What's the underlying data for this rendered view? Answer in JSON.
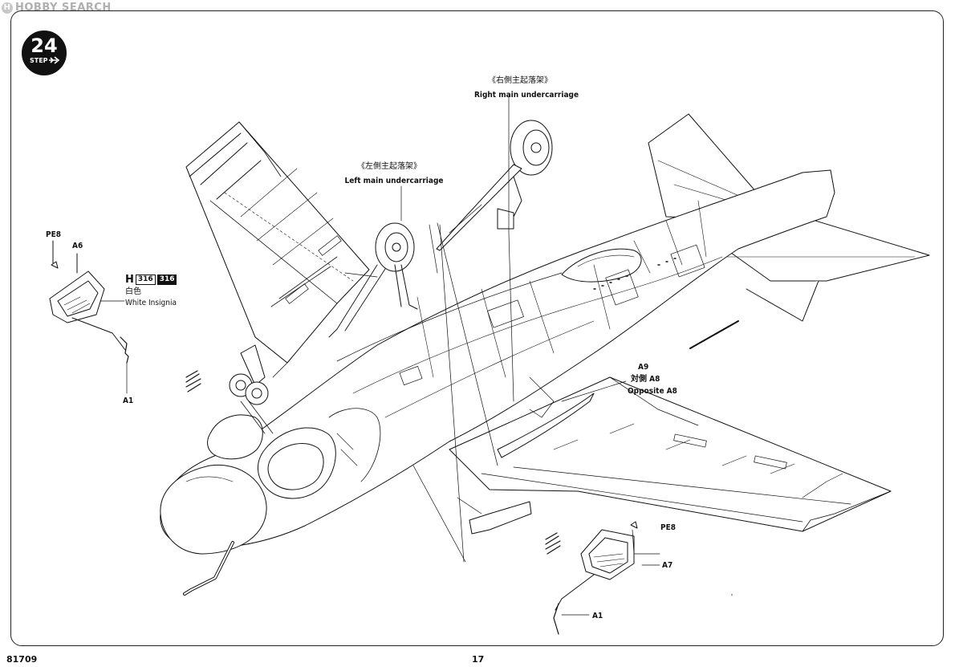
{
  "watermark": {
    "text": "HOBBY SEARCH"
  },
  "step": {
    "number": "24",
    "label": "STEP"
  },
  "callouts": {
    "right_gear_cn": "《右側主起落架》",
    "right_gear_en": "Right main undercarriage",
    "left_gear_cn": "《左側主起落架》",
    "left_gear_en": "Left main undercarriage",
    "pe8_top": "PE8",
    "a6": "A6",
    "a1_left": "A1",
    "a9": "A9",
    "a8_cn": "対側 A8",
    "a8_en": "Opposite A8",
    "pe8_bottom": "PE8",
    "a7": "A7",
    "a1_bottom": "A1"
  },
  "paint": {
    "letter": "H",
    "code_outline": "316",
    "code_filled": "316",
    "name_cn": "白色",
    "name_en": "White Insignia"
  },
  "footer": {
    "kit_number": "81709",
    "page_number": "17"
  }
}
